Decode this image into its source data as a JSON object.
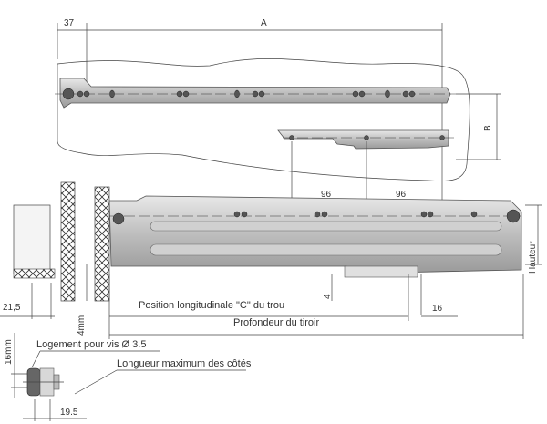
{
  "top_view": {
    "dim_37": "37",
    "dim_a": "A",
    "dim_b": "B",
    "dim_96_left": "96",
    "dim_96_right": "96"
  },
  "side_view": {
    "dim_21_5": "21,5",
    "dim_4mm": "4mm",
    "dim_4": "4",
    "dim_16": "16",
    "hauteur": "Hauteur",
    "position_label": "Position longitudinale \"C\" du trou",
    "profondeur_label": "Profondeur du tiroir"
  },
  "detail": {
    "dim_16mm": "16mm",
    "logement_label": "Logement pour vis Ø 3.5",
    "longueur_label": "Longueur maximum des côtés",
    "dim_19_5": "19.5"
  }
}
